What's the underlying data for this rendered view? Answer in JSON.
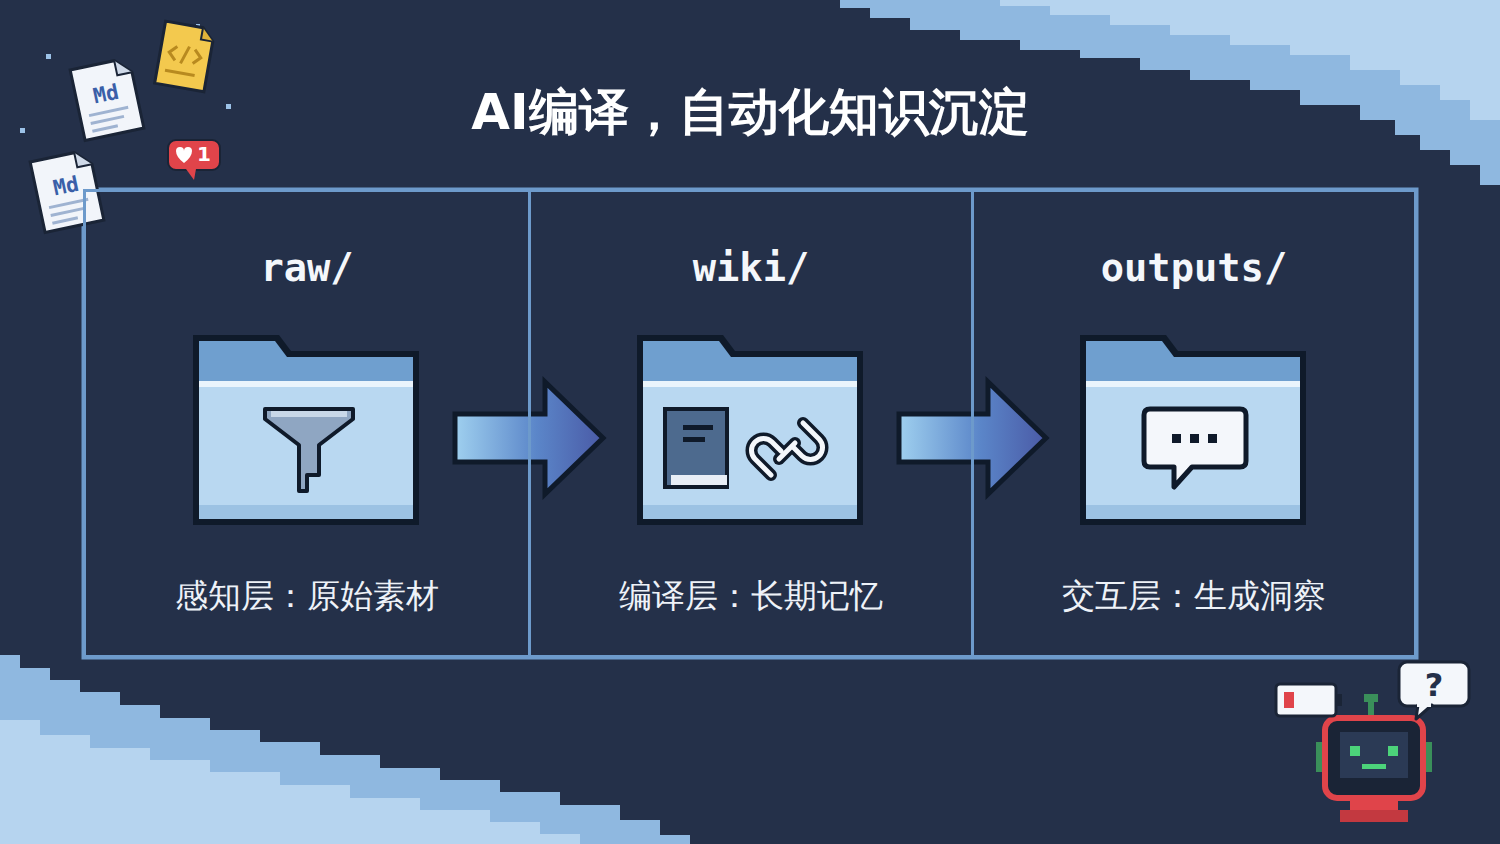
{
  "diagram": {
    "title": "AI编译，自动化知识沉淀",
    "nodes": [
      {
        "text": [
          "Md"
        ]
      },
      {
        "text": [
          "Md"
        ]
      },
      {
        "text": [
          "1"
        ]
      },
      {
        "text": [
          "raw/",
          "感知层：原始素材"
        ]
      },
      {
        "text": [
          "wiki/",
          "编译层：长期记忆"
        ]
      },
      {
        "text": [
          "outputs/",
          "交互层：生成洞察"
        ]
      },
      {
        "text": [
          "?"
        ]
      }
    ],
    "edges": [
      {
        "from": 3,
        "to": 4,
        "arrow": "to"
      },
      {
        "from": 4,
        "to": 5,
        "arrow": "to"
      }
    ]
  }
}
